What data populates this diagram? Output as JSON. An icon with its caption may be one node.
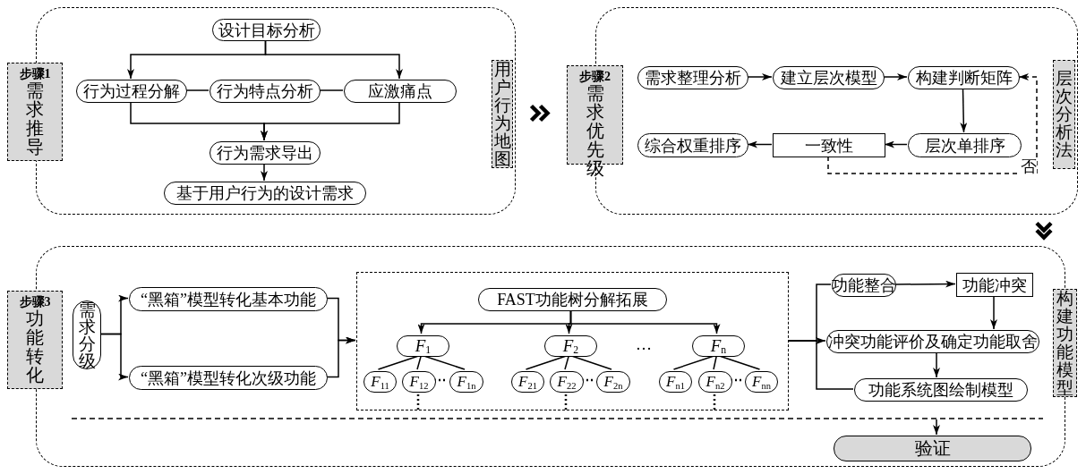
{
  "diagram": {
    "nodes": [
      {
        "text": [],
        "shape": "box"
      },
      {
        "text": [
          "步骤1",
          "需求推导"
        ]
      },
      {
        "text": [
          "用户行为地图"
        ],
        "in": 0
      },
      {
        "text": [
          "设计目标分析"
        ],
        "in": 0
      },
      {
        "text": [
          "行为过程分解"
        ],
        "in": 0
      },
      {
        "text": [
          "行为特点分析"
        ],
        "in": 0
      },
      {
        "text": [
          "应激痛点"
        ],
        "in": 0
      },
      {
        "text": [
          "行为需求导出"
        ],
        "in": 0
      },
      {
        "text": [
          "基于用户行为的设计需求"
        ],
        "in": 0
      },
      {
        "text": [],
        "shape": "box"
      },
      {
        "text": [
          "步骤2",
          "需求优先级"
        ]
      },
      {
        "text": [
          "层次分析法"
        ],
        "in": 9
      },
      {
        "text": [
          "需求整理分析"
        ],
        "in": 9
      },
      {
        "text": [
          "建立层次模型"
        ],
        "in": 9
      },
      {
        "text": [
          "构建判断矩阵"
        ],
        "in": 9
      },
      {
        "text": [
          "综合权重排序"
        ],
        "in": 9
      },
      {
        "text": [
          "一致性"
        ],
        "in": 9
      },
      {
        "text": [
          "层次单排序"
        ],
        "in": 9
      },
      {
        "text": [],
        "shape": "box"
      },
      {
        "text": [
          "步骤3",
          "功能转化"
        ]
      },
      {
        "text": [
          "构建功能模型"
        ],
        "in": 18
      },
      {
        "text": [
          "需求分级"
        ],
        "in": 18
      },
      {
        "text": [
          "“黑箱”模型转化基本功能"
        ],
        "in": 18
      },
      {
        "text": [
          "“黑箱”模型转化次级功能"
        ],
        "in": 18
      },
      {
        "text": [],
        "shape": "box",
        "in": 18
      },
      {
        "text": [
          "FAST功能树分解拓展"
        ],
        "in": 24
      },
      {
        "text": [
          "*F*$_{1}$"
        ],
        "in": 24
      },
      {
        "text": [
          "*F*$_{2}$"
        ],
        "in": 24
      },
      {
        "text": [
          "*F*$_{n}$"
        ],
        "in": 24
      },
      {
        "text": [
          "*F*$_{11}$"
        ],
        "in": 24
      },
      {
        "text": [
          "*F*$_{12}$"
        ],
        "in": 24
      },
      {
        "text": [
          "*F*$_{1n}$"
        ],
        "in": 24
      },
      {
        "text": [
          "*F*$_{21}$"
        ],
        "in": 24
      },
      {
        "text": [
          "*F*$_{22}$"
        ],
        "in": 24
      },
      {
        "text": [
          "*F*$_{2n}$"
        ],
        "in": 24
      },
      {
        "text": [
          "*F*$_{n1}$"
        ],
        "in": 24
      },
      {
        "text": [
          "*F*$_{n2}$"
        ],
        "in": 24
      },
      {
        "text": [
          "*F*$_{nn}$"
        ],
        "in": 24
      },
      {
        "text": [
          "功能整合"
        ],
        "in": 18
      },
      {
        "text": [
          "功能冲突"
        ],
        "in": 18
      },
      {
        "text": [
          "冲突功能评价及确定功能取舍"
        ],
        "in": 18
      },
      {
        "text": [
          "功能系统图绘制模型"
        ],
        "in": 18
      },
      {
        "text": [
          "验证"
        ],
        "in": 18
      }
    ],
    "edges": [
      {
        "from": 3,
        "to": 4,
        "arrow": "to"
      },
      {
        "from": 3,
        "to": 6,
        "arrow": "to"
      },
      {
        "from": 4,
        "to": 5,
        "arrow": "none"
      },
      {
        "from": 5,
        "to": 6,
        "arrow": "none"
      },
      {
        "from": 4,
        "to": 7,
        "arrow": "to"
      },
      {
        "from": 6,
        "to": 7,
        "arrow": "to"
      },
      {
        "from": 7,
        "to": 8,
        "arrow": "to"
      },
      {
        "from": 2,
        "to": 10,
        "arrow": "to",
        "style": "thick"
      },
      {
        "from": 12,
        "to": 13,
        "arrow": "to"
      },
      {
        "from": 13,
        "to": 14,
        "arrow": "to"
      },
      {
        "from": 14,
        "to": 17,
        "arrow": "to"
      },
      {
        "from": 17,
        "to": 16,
        "arrow": "to"
      },
      {
        "from": 16,
        "to": 15,
        "arrow": "to"
      },
      {
        "from": 16,
        "to": 14,
        "arrow": "to",
        "style": "dashed",
        "label": "否"
      },
      {
        "from": 9,
        "to": 18,
        "arrow": "to",
        "style": "thick"
      },
      {
        "from": 21,
        "to": 22,
        "arrow": "to"
      },
      {
        "from": 21,
        "to": 23,
        "arrow": "to"
      },
      {
        "from": 22,
        "to": 24,
        "arrow": "to"
      },
      {
        "from": 23,
        "to": 24,
        "arrow": "to"
      },
      {
        "from": 25,
        "to": 26,
        "arrow": "to"
      },
      {
        "from": 25,
        "to": 27,
        "arrow": "to"
      },
      {
        "from": 25,
        "to": 28,
        "arrow": "to"
      },
      {
        "from": 26,
        "to": 29,
        "arrow": "none"
      },
      {
        "from": 26,
        "to": 30,
        "arrow": "none"
      },
      {
        "from": 26,
        "to": 31,
        "arrow": "none"
      },
      {
        "from": 27,
        "to": 32,
        "arrow": "none"
      },
      {
        "from": 27,
        "to": 33,
        "arrow": "none"
      },
      {
        "from": 27,
        "to": 34,
        "arrow": "none"
      },
      {
        "from": 28,
        "to": 35,
        "arrow": "none"
      },
      {
        "from": 28,
        "to": 36,
        "arrow": "none"
      },
      {
        "from": 28,
        "to": 37,
        "arrow": "none"
      },
      {
        "from": 24,
        "to": 38,
        "arrow": "none"
      },
      {
        "from": 24,
        "to": 40,
        "arrow": "to"
      },
      {
        "from": 24,
        "to": 41,
        "arrow": "none"
      },
      {
        "from": 38,
        "to": 39,
        "arrow": "to"
      },
      {
        "from": 39,
        "to": 40,
        "arrow": "to"
      },
      {
        "from": 40,
        "to": 41,
        "arrow": "to"
      },
      {
        "from": null,
        "to": 42,
        "arrow": "to"
      },
      {
        "from": 30,
        "to": 31,
        "arrow": "none",
        "style": "dashed"
      },
      {
        "from": 33,
        "to": 34,
        "arrow": "none",
        "style": "dashed"
      },
      {
        "from": 36,
        "to": 37,
        "arrow": "none",
        "style": "dashed"
      }
    ],
    "labels": [
      "…"
    ]
  }
}
